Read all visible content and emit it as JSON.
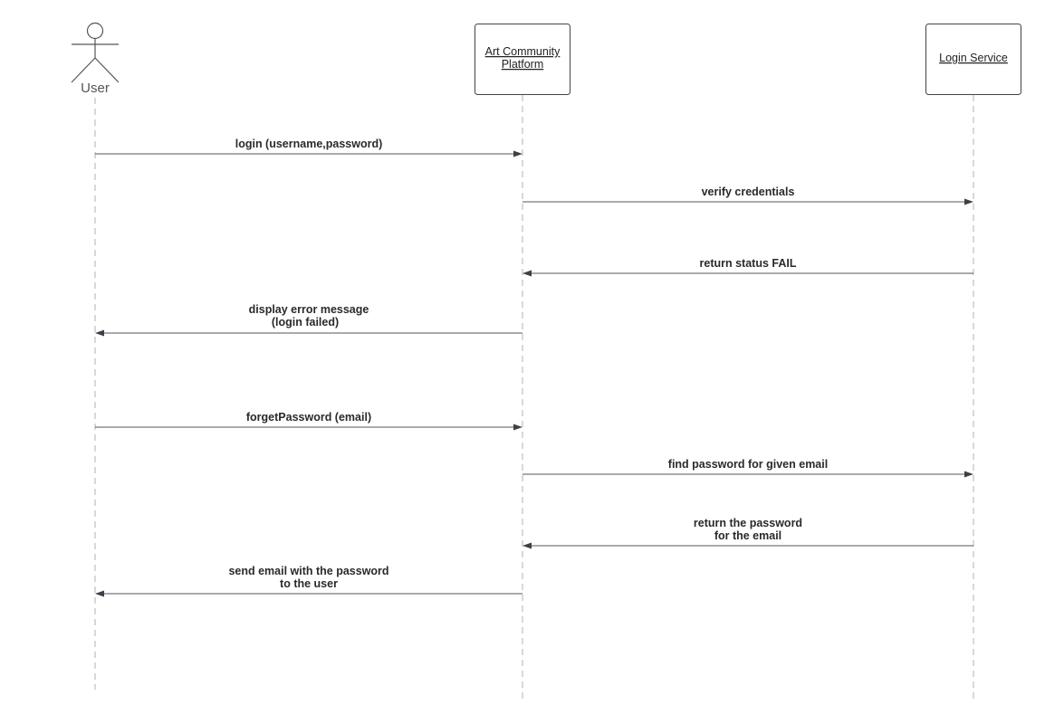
{
  "participants": {
    "user": {
      "label": "User",
      "kind": "actor"
    },
    "platform": {
      "label_lines": [
        "Art Community",
        "Platform"
      ],
      "kind": "object"
    },
    "login_service": {
      "label_lines": [
        "Login Service"
      ],
      "kind": "object"
    }
  },
  "messages": [
    {
      "from": "user",
      "to": "platform",
      "lines": [
        "login (username,password)"
      ]
    },
    {
      "from": "platform",
      "to": "login_service",
      "lines": [
        "verify credentials"
      ]
    },
    {
      "from": "login_service",
      "to": "platform",
      "lines": [
        "return status FAIL"
      ]
    },
    {
      "from": "platform",
      "to": "user",
      "lines": [
        "display error message",
        "(login failed)"
      ]
    },
    {
      "from": "user",
      "to": "platform",
      "lines": [
        "forgetPassword (email)"
      ]
    },
    {
      "from": "platform",
      "to": "login_service",
      "lines": [
        "find password for given email"
      ]
    },
    {
      "from": "login_service",
      "to": "platform",
      "lines": [
        "return the password",
        "for the email"
      ]
    },
    {
      "from": "platform",
      "to": "user",
      "lines": [
        "send email with the password",
        "to the user"
      ]
    }
  ],
  "colors": {
    "line": "#555555",
    "lifeline": "#b0b0b0",
    "arrowhead": "#3c4048",
    "text": "#2a2a2a",
    "box_border": "#444444"
  }
}
